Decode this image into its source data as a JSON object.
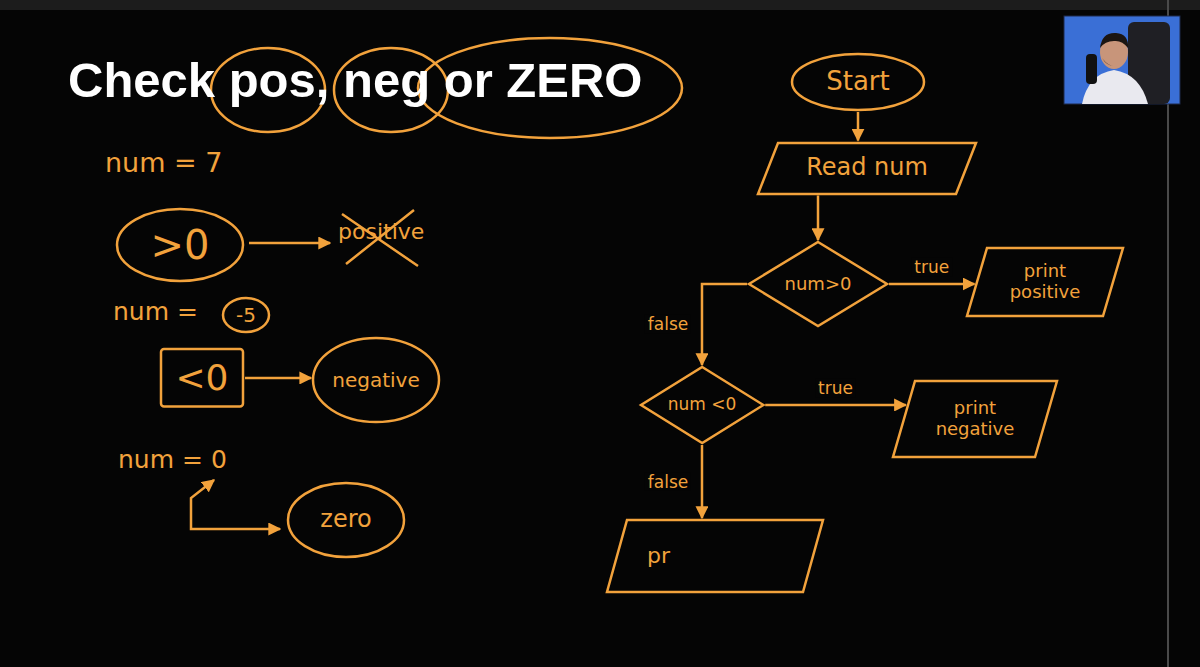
{
  "diagram": {
    "title": "Check pos, neg or ZERO",
    "nodes": [
      {
        "text": [
          "Start"
        ]
      },
      {
        "text": [
          "Read num"
        ]
      },
      {
        "text": [
          ">0"
        ]
      },
      {
        "text": [
          "num>0"
        ]
      },
      {
        "text": [
          "print positive"
        ]
      },
      {
        "text": [
          "-5"
        ]
      },
      {
        "text": [
          "<0"
        ]
      },
      {
        "text": [
          "negative"
        ]
      },
      {
        "text": [
          "num <0"
        ]
      },
      {
        "text": [
          "print negative"
        ]
      },
      {
        "text": [
          "zero"
        ]
      },
      {
        "text": [
          "pr"
        ]
      }
    ],
    "edges": [
      {
        "from": 0,
        "to": 1,
        "arrow": "to"
      },
      {
        "from": 1,
        "to": 3,
        "arrow": "to"
      },
      {
        "from": 3,
        "to": 4,
        "label": "true",
        "arrow": "to"
      },
      {
        "from": 3,
        "to": 8,
        "label": "false",
        "arrow": "to"
      },
      {
        "from": 6,
        "to": 7,
        "arrow": "to"
      },
      {
        "from": 8,
        "to": 9,
        "label": "true",
        "arrow": "to"
      },
      {
        "from": 8,
        "to": 11,
        "label": "false",
        "arrow": "to"
      }
    ],
    "labels": [
      "num = 7",
      "positive",
      "num =",
      "num = 0"
    ]
  }
}
